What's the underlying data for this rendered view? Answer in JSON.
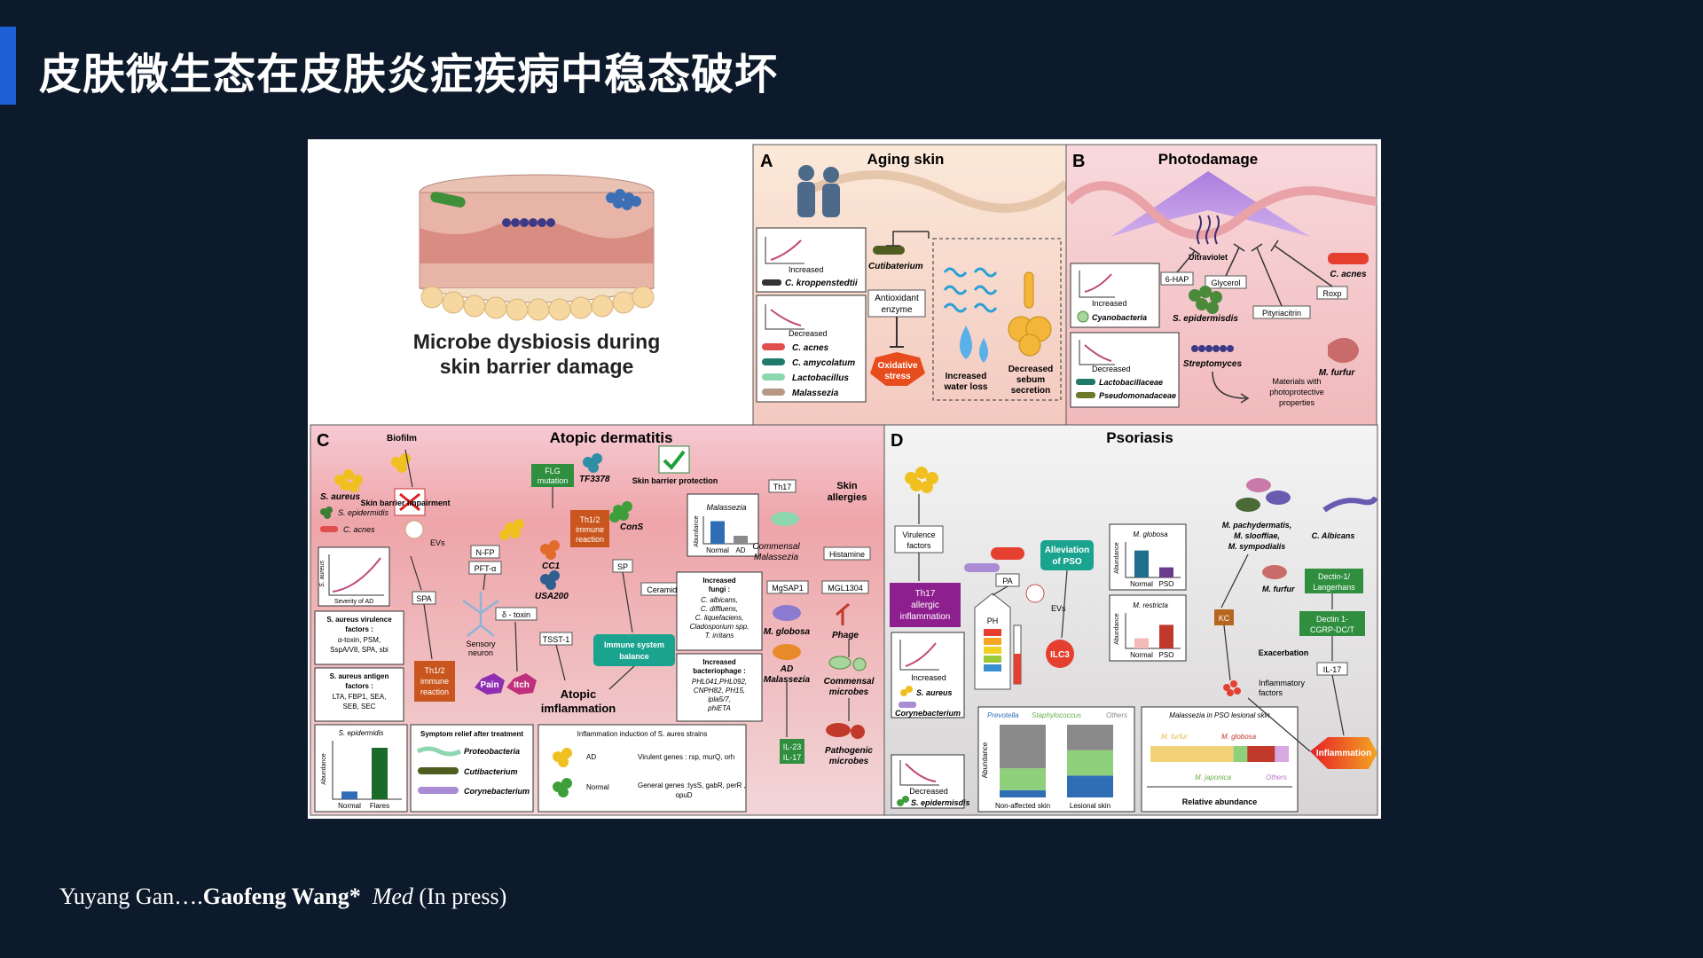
{
  "slide": {
    "title": "皮肤微生态在皮肤炎症疾病中稳态破坏",
    "accent_color": "#1f5fd6",
    "background_color": "#0c1a2b"
  },
  "citation": {
    "authors": "Yuyang Gan….",
    "corresponding": "Gaofeng Wang*",
    "journal": "Med",
    "status": "(In press)"
  },
  "figure": {
    "overview": {
      "caption_line1": "Microbe dysbiosis during",
      "caption_line2": "skin barrier damage"
    },
    "panel_a": {
      "letter": "A",
      "title": "Aging skin",
      "increased_label": "Increased",
      "increased_microbe": "C. kroppenstedtii",
      "decreased_label": "Decreased",
      "decreased_microbes": [
        "C. acnes",
        "C. amycolatum",
        "Lactobacillus",
        "Malassezia"
      ],
      "cutibaterium": "Cutibaterium",
      "antioxidant": [
        "Antioxidant",
        "enzyme"
      ],
      "oxidative": [
        "Oxidative",
        "stress"
      ],
      "water_loss": [
        "Increased",
        "water loss"
      ],
      "sebum": [
        "Decreased",
        "sebum",
        "secretion"
      ]
    },
    "panel_b": {
      "letter": "B",
      "title": "Photodamage",
      "ultraviolet": "Ultraviolet",
      "hap": "6-HAP",
      "glycerol": "Glycerol",
      "roxp": "Roxp",
      "pityriacitrin": "Pityriacitrin",
      "c_acnes": "C. acnes",
      "m_furfur": "M. furfur",
      "increased_label": "Increased",
      "cyanobacteria": "Cyanobacteria",
      "s_epidermidis": "S. epidermisdis",
      "decreased_label": "Decreased",
      "lactobacillaceae": "Lactobacillaceae",
      "pseudomonadaceae": "Pseudomonadaceae",
      "streptomyces": "Streptomyces",
      "materials": [
        "Materials with",
        "photoprotective",
        "properties"
      ]
    },
    "panel_c": {
      "letter": "C",
      "title": "Atopic dermatitis",
      "biofilm": "Biofilm",
      "s_aureus": "S. aureus",
      "s_epidermidis": "S. epidermidis",
      "c_acnes": "C. acnes",
      "barrier_impairment": "Skin barrier impairment",
      "flg": [
        "FLG",
        "mutation"
      ],
      "tf3378": "TF3378",
      "barrier_protection": "Skin barrier protection",
      "evs": "EVs",
      "nfp": "N-FP",
      "pft": "PFT-α",
      "spa": "SPA",
      "delta_toxin": "δ - toxin",
      "sensory_neuron": [
        "Sensory",
        "neuron"
      ],
      "pain": "Pain",
      "itch": "Itch",
      "th12_a": [
        "Th1/2",
        "immune",
        "reaction"
      ],
      "th12_b": [
        "Th1/2",
        "immune",
        "reaction"
      ],
      "cc1": "CC1",
      "usa200": "USA200",
      "tsst1": "TSST-1",
      "cons": "ConS",
      "sp": "SP",
      "ceramides": "Ceramides",
      "immune_balance": [
        "Immune system",
        "balance"
      ],
      "atopic_inflammation": [
        "Atopic",
        "imflammation"
      ],
      "malassezia": "Malassezia",
      "abundance": "Abundance",
      "normal": "Normal",
      "ad": "AD",
      "commensal_malassezia": [
        "Commensal",
        "Malassezia"
      ],
      "th17": "Th17",
      "skin_allergies": [
        "Skin",
        "allergies"
      ],
      "histamine": "Histamine",
      "mgsap1": "MgSAP1",
      "mgl1304": "MGL1304",
      "m_globosa": "M. globosa",
      "ad_malassezia": [
        "AD",
        "Malassezia"
      ],
      "phage": "Phage",
      "commensal_microbes": [
        "Commensal",
        "microbes"
      ],
      "il23": [
        "IL-23",
        "IL-17"
      ],
      "pathogenic_microbes": [
        "Pathogenic",
        "microbes"
      ],
      "severity": "Severity of AD",
      "virulence_box": [
        "S. aureus virulence",
        "factors :",
        "α-toxin, PSM,",
        "SspA/V8, SPA, sbi"
      ],
      "antigen_box": [
        "S. aureus antigen",
        "factors :",
        "LTA, FBP1, SEA,",
        "SEB, SEC"
      ],
      "fungi_box": [
        "Increased",
        "fungi :",
        "C. albicans,",
        "C. diffluens,",
        "C. liquefaciens,",
        "Cladosporium spp,",
        "T. irritans"
      ],
      "bacteriophage_box": [
        "Increased",
        "bacteriophage :",
        "PHL041,PHL092,",
        "CNPH82, PH15,",
        "ipla5/7,",
        "phiETA"
      ],
      "se_chart_title": "S. epidermidis",
      "flares": "Flares",
      "relief_title": "Symptom relief after treatment",
      "relief_items": [
        "Proteobacteria",
        "Cutibacterium",
        "Corynebacterium"
      ],
      "induction_title": "Inflammation induction of S. aures strains",
      "virulent_genes": "Virulent genes : rsp, murQ, orh",
      "general_genes": [
        "General genes :lysS, gabR, perR ,",
        "opuD"
      ]
    },
    "panel_d": {
      "letter": "D",
      "title": "Psoriasis",
      "virulence_factors": [
        "Virulence",
        "factors"
      ],
      "th17_allergic": [
        "Th17",
        "allergic",
        "inflammation"
      ],
      "pa": "PA",
      "ph": "PH",
      "evs": "EVs",
      "alleviation": [
        "Alleviation",
        "of PSO"
      ],
      "ilc3": "ILC3",
      "m_globosa": "M. globosa",
      "m_restricta": "M. restricta",
      "abundance": "Abundance",
      "normal": "Normal",
      "pso": "PSO",
      "m_species": [
        "M. pachydermatis,",
        "M. slooffiae,",
        "M. sympodialis"
      ],
      "m_furfur": "M. furfur",
      "c_albicans": "C. Albicans",
      "dectin1": [
        "Dectin-1/",
        "Langerhans"
      ],
      "dectin1_cgrp": [
        "Dectin 1-",
        "CGRP-DC/T"
      ],
      "il17": "IL-17",
      "kc": "KC",
      "exacerbation": "Exacerbation",
      "inflammatory_factors": [
        "Inflammatory",
        "factors"
      ],
      "inflammation": "Inflammation",
      "increased_label": "Increased",
      "s_aureus": "S. aureus",
      "corynebacterium": "Corynebacterium",
      "decreased_label": "Decreased",
      "s_epidermidis": "S. epidermisdis",
      "prevotella": "Prevotella",
      "staphylococcus": "Staphylococcus",
      "others": "Others",
      "non_affected": "Non-affected skin",
      "lesional": "Lesional skin",
      "malassezia_title": "Malassezia in PSO lesional skin",
      "m_japonica": "M. japonica",
      "relative_abundance": "Relative abundance"
    }
  },
  "chart_data": [
    {
      "type": "bar",
      "title": "Malassezia",
      "categories": [
        "Normal",
        "AD"
      ],
      "values": [
        0.85,
        0.3
      ],
      "ylabel": "Abundance"
    },
    {
      "type": "bar",
      "title": "S. epidermidis",
      "categories": [
        "Normal",
        "Flares"
      ],
      "values": [
        0.15,
        1.0
      ],
      "ylabel": "Abundance"
    },
    {
      "type": "bar",
      "title": "M. globosa",
      "categories": [
        "Normal",
        "PSO"
      ],
      "values": [
        0.8,
        0.3
      ],
      "ylabel": "Abundance"
    },
    {
      "type": "bar",
      "title": "M. restricta",
      "categories": [
        "Normal",
        "PSO"
      ],
      "values": [
        0.3,
        0.7
      ],
      "ylabel": "Abundance"
    },
    {
      "type": "bar",
      "categories": [
        "Non-affected skin",
        "Lesional skin"
      ],
      "ylabel": "Abundance",
      "series": [
        {
          "name": "Prevotella",
          "values": [
            0.1,
            0.3
          ]
        },
        {
          "name": "Staphylococcus",
          "values": [
            0.3,
            0.35
          ]
        },
        {
          "name": "Others",
          "values": [
            0.6,
            0.35
          ]
        }
      ]
    },
    {
      "type": "bar",
      "title": "Malassezia in PSO lesional skin",
      "xlabel": "Relative abundance",
      "categories": [
        "Malassezia in PSO lesional skin"
      ],
      "series": [
        {
          "name": "M. furfur",
          "values": [
            0.6
          ]
        },
        {
          "name": "M. japonica",
          "values": [
            0.1
          ]
        },
        {
          "name": "M. globosa",
          "values": [
            0.2
          ]
        },
        {
          "name": "Others",
          "values": [
            0.1
          ]
        }
      ]
    }
  ]
}
